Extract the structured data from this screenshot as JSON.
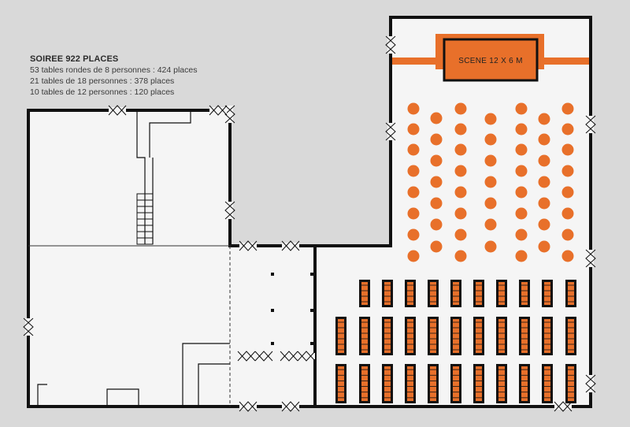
{
  "info": {
    "title": "SOIREE 922 PLACES",
    "lines": [
      "53 tables rondes de 8 personnes : 424 places",
      "21 tables de 18 personnes : 378 places",
      "10 tables de 12 personnes : 120 places"
    ]
  },
  "stage": {
    "label": "SCENE 12 X 6 M"
  },
  "colors": {
    "background": "#d9d9d9",
    "floor": "#f5f5f5",
    "wall": "#111111",
    "accent": "#e8702a"
  },
  "icons": {
    "door": "door-swing-icon",
    "round_table": "round-table-icon",
    "long_table": "long-table-icon"
  }
}
